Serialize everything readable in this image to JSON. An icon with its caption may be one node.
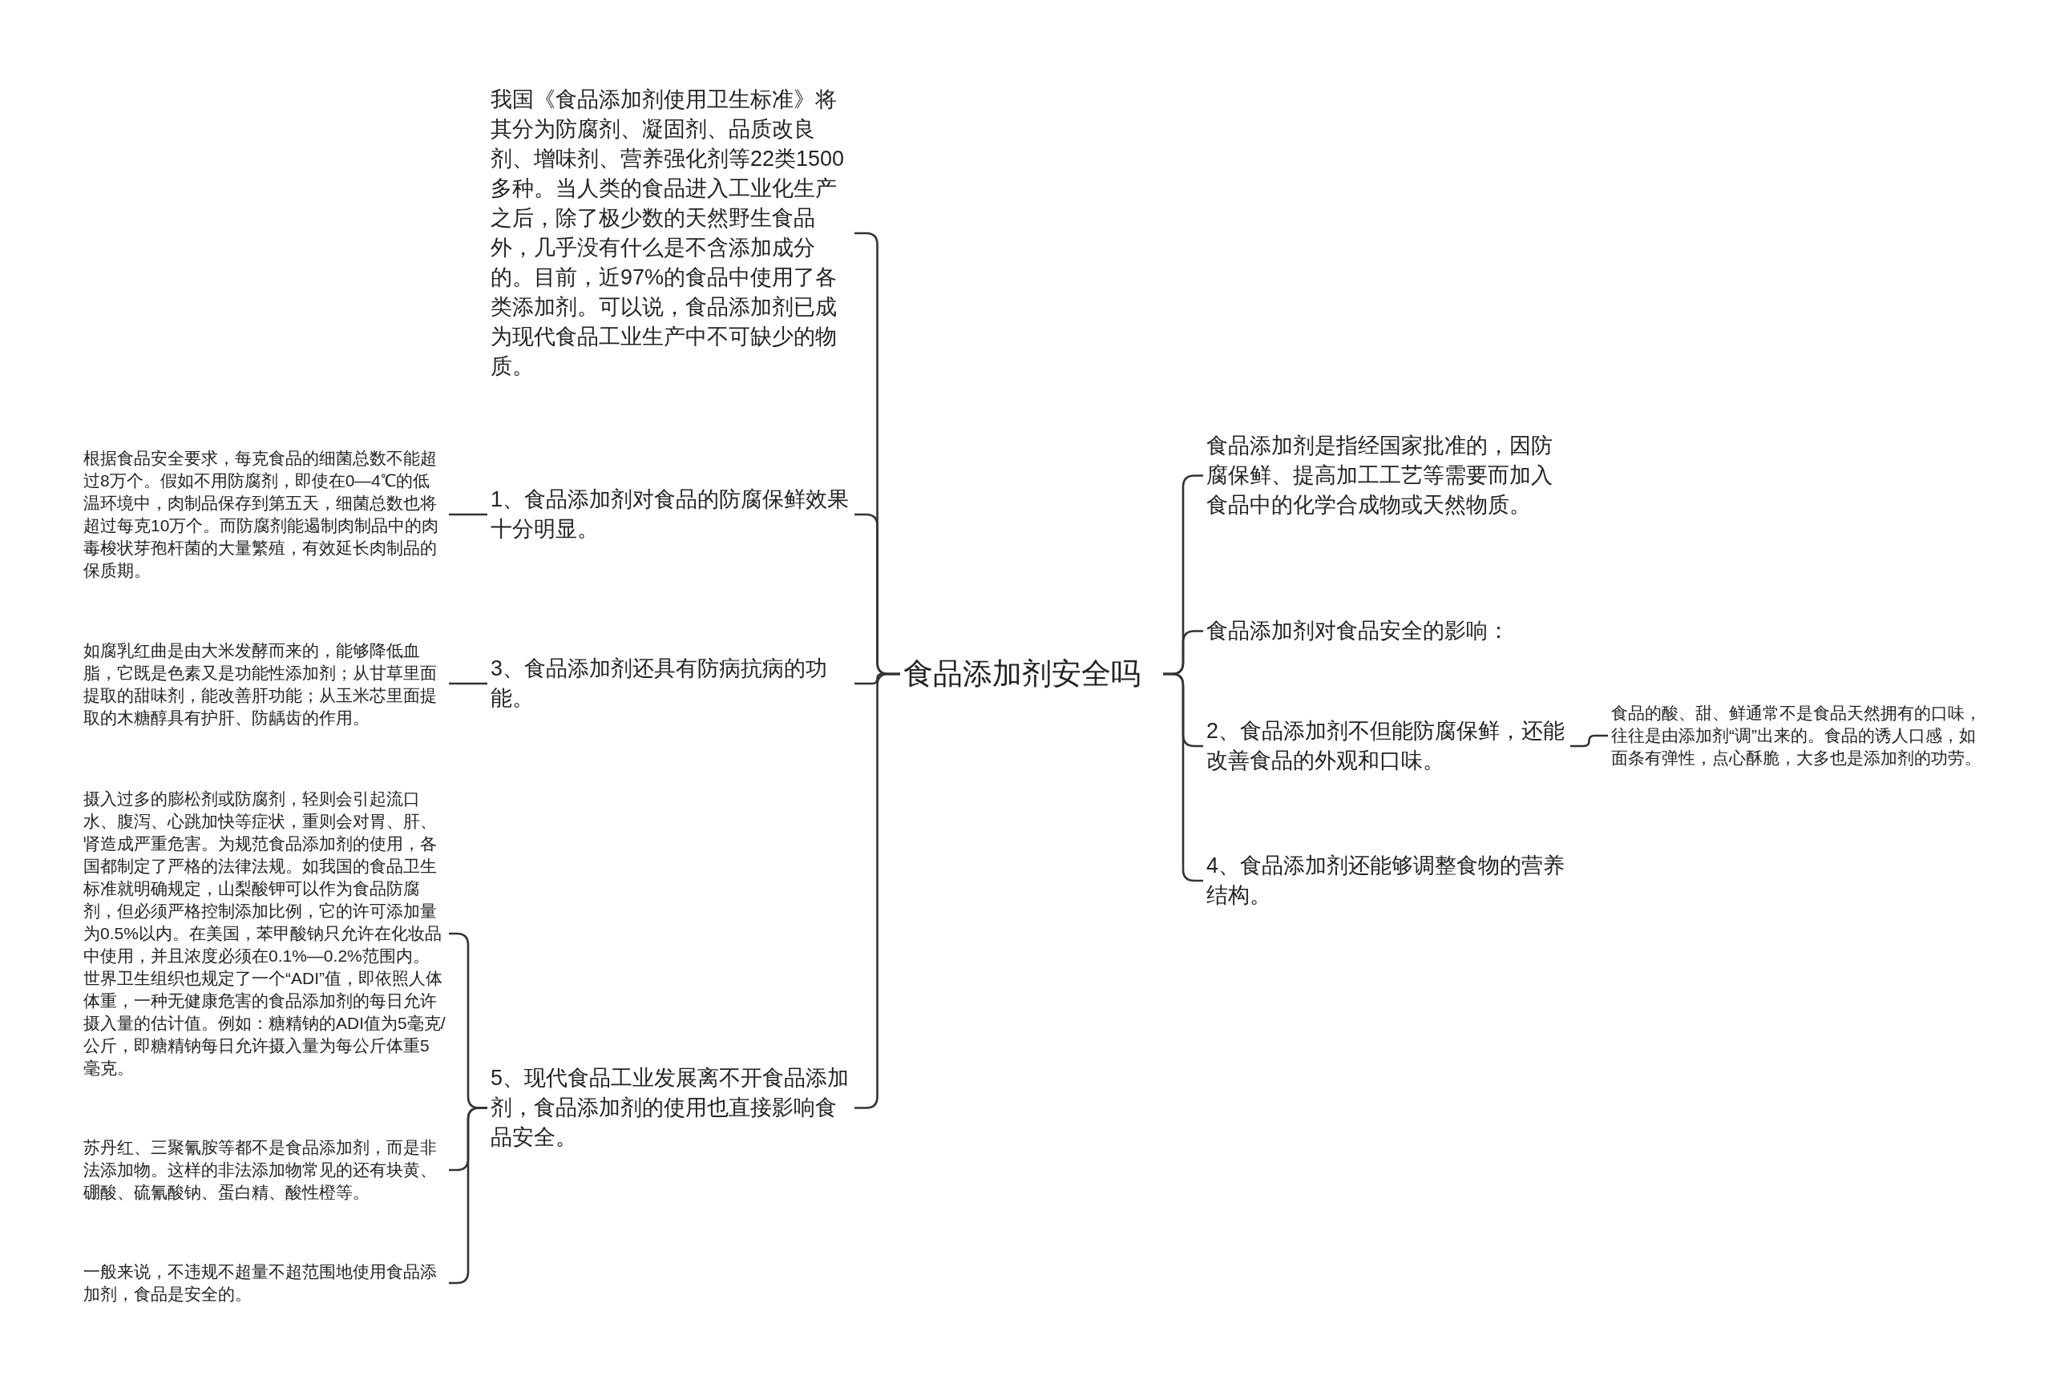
{
  "diagram": {
    "nodes": [
      {
        "text": [
          "食品添加剂安全吗"
        ]
      },
      {
        "text": [
          "我国《食品添加剂使用卫生标准》将其分为防腐剂、凝固剂、品质改良剂、增味剂、营养强化剂等22类1500多种。当人类的食品进入工业化生产之后，除了极少数的天然野生食品外，几乎没有什么是不含添加成分的。目前，近97%的食品中使用了各类添加剂。可以说，食品添加剂已成为现代食品工业生产中不可缺少的物质。"
        ]
      },
      {
        "text": [
          "1、食品添加剂对食品的防腐保鲜效果十分明显。"
        ]
      },
      {
        "text": [
          "3、食品添加剂还具有防病抗病的功能。"
        ]
      },
      {
        "text": [
          "5、现代食品工业发展离不开食品添加剂，食品添加剂的使用也直接影响食品安全。"
        ]
      },
      {
        "text": [
          "根据食品安全要求，每克食品的细菌总数不能超过8万个。假如不用防腐剂，即使在0—4℃的低温环境中，肉制品保存到第五天，细菌总数也将超过每克10万个。而防腐剂能遏制肉制品中的肉毒梭状芽孢杆菌的大量繁殖，有效延长肉制品的保质期。"
        ]
      },
      {
        "text": [
          "如腐乳红曲是由大米发酵而来的，能够降低血脂，它既是色素又是功能性添加剂；从甘草里面提取的甜味剂，能改善肝功能；从玉米芯里面提取的木糖醇具有护肝、防龋齿的作用。"
        ]
      },
      {
        "text": [
          "摄入过多的膨松剂或防腐剂，轻则会引起流口水、腹泻、心跳加快等症状，重则会对胃、肝、肾造成严重危害。为规范食品添加剂的使用，各国都制定了严格的法律法规。如我国的食品卫生标准就明确规定，山梨酸钾可以作为食品防腐剂，但必须严格控制添加比例，它的许可添加量为0.5%以内。在美国，苯甲酸钠只允许在化妆品中使用，并且浓度必须在0.1%—0.2%范围内。世界卫生组织也规定了一个“ADI”值，即依照人体体重，一种无健康危害的食品添加剂的每日允许摄入量的估计值。例如：糖精钠的ADI值为5毫克/公斤，即糖精钠每日允许摄入量为每公斤体重5毫克。"
        ]
      },
      {
        "text": [
          "苏丹红、三聚氰胺等都不是食品添加剂，而是非法添加物。这样的非法添加物常见的还有块黄、硼酸、硫氰酸钠、蛋白精、酸性橙等。"
        ]
      },
      {
        "text": [
          "一般来说，不违规不超量不超范围地使用食品添加剂，食品是安全的。"
        ]
      },
      {
        "text": [
          "食品添加剂是指经国家批准的，因防腐保鲜、提高加工工艺等需要而加入食品中的化学合成物或天然物质。"
        ]
      },
      {
        "text": [
          "食品添加剂对食品安全的影响："
        ]
      },
      {
        "text": [
          "2、食品添加剂不但能防腐保鲜，还能改善食品的外观和口味。"
        ]
      },
      {
        "text": [
          "4、食品添加剂还能够调整食物的营养结构。"
        ]
      },
      {
        "text": [
          "食品的酸、甜、鲜通常不是食品天然拥有的口味，往往是由添加剂“调”出来的。食品的诱人口感，如面条有弹性，点心酥脆，大多也是添加剂的功劳。"
        ]
      }
    ],
    "edges": [
      {
        "from": 0,
        "to": 1,
        "arrow": "none"
      },
      {
        "from": 0,
        "to": 2,
        "arrow": "none"
      },
      {
        "from": 0,
        "to": 3,
        "arrow": "none"
      },
      {
        "from": 0,
        "to": 4,
        "arrow": "none"
      },
      {
        "from": 2,
        "to": 5,
        "arrow": "none"
      },
      {
        "from": 3,
        "to": 6,
        "arrow": "none"
      },
      {
        "from": 4,
        "to": 7,
        "arrow": "none"
      },
      {
        "from": 4,
        "to": 8,
        "arrow": "none"
      },
      {
        "from": 4,
        "to": 9,
        "arrow": "none"
      },
      {
        "from": 0,
        "to": 10,
        "arrow": "none"
      },
      {
        "from": 0,
        "to": 11,
        "arrow": "none"
      },
      {
        "from": 0,
        "to": 12,
        "arrow": "none"
      },
      {
        "from": 0,
        "to": 13,
        "arrow": "none"
      },
      {
        "from": 12,
        "to": 14,
        "arrow": "none"
      }
    ]
  }
}
